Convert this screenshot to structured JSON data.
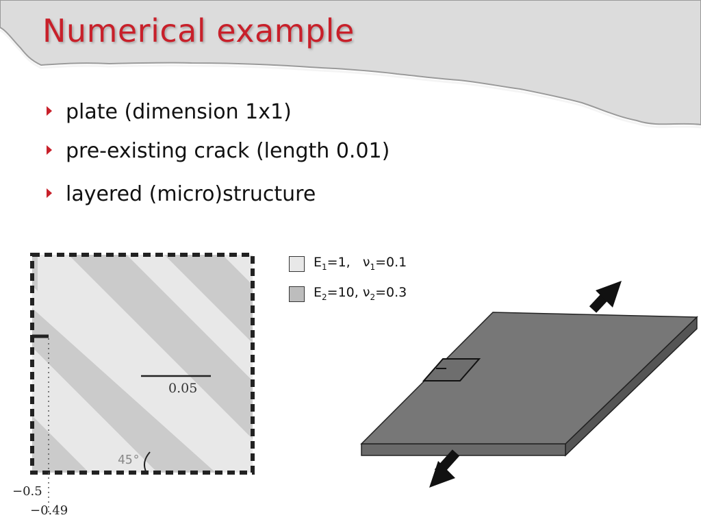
{
  "slide": {
    "title": "Numerical example",
    "accent_color": "#c8202a",
    "bullets": [
      "plate (dimension 1x1)",
      "pre-existing crack (length 0.01)",
      "layered (micro)structure"
    ]
  },
  "figure": {
    "layer_width_label": "0.05",
    "angle_label": "45°",
    "x_tick_label": "−0.5",
    "crack_tip_label": "−0.49",
    "layer_colors": {
      "light": "#e8e8e8",
      "dark": "#cbcbcb"
    }
  },
  "legend": {
    "material_1": {
      "E_sym": "E",
      "E_sub": "1",
      "E_val": "=1,",
      "nu_sym": "ν",
      "nu_sub": "1",
      "nu_val": "=0.1",
      "color": "#e8e8e8"
    },
    "material_2": {
      "E_sym": "E",
      "E_sub": "2",
      "E_val": "=10,",
      "nu_sym": "ν",
      "nu_sub": "2",
      "nu_val": "=0.3",
      "color": "#bdbdbd"
    }
  },
  "plate_3d": {
    "colors": {
      "top": "#777777",
      "front": "#6a6a6a",
      "side": "#555555"
    },
    "load_arrow_icons": [
      "arrow-up-right-icon",
      "arrow-down-left-icon"
    ]
  }
}
